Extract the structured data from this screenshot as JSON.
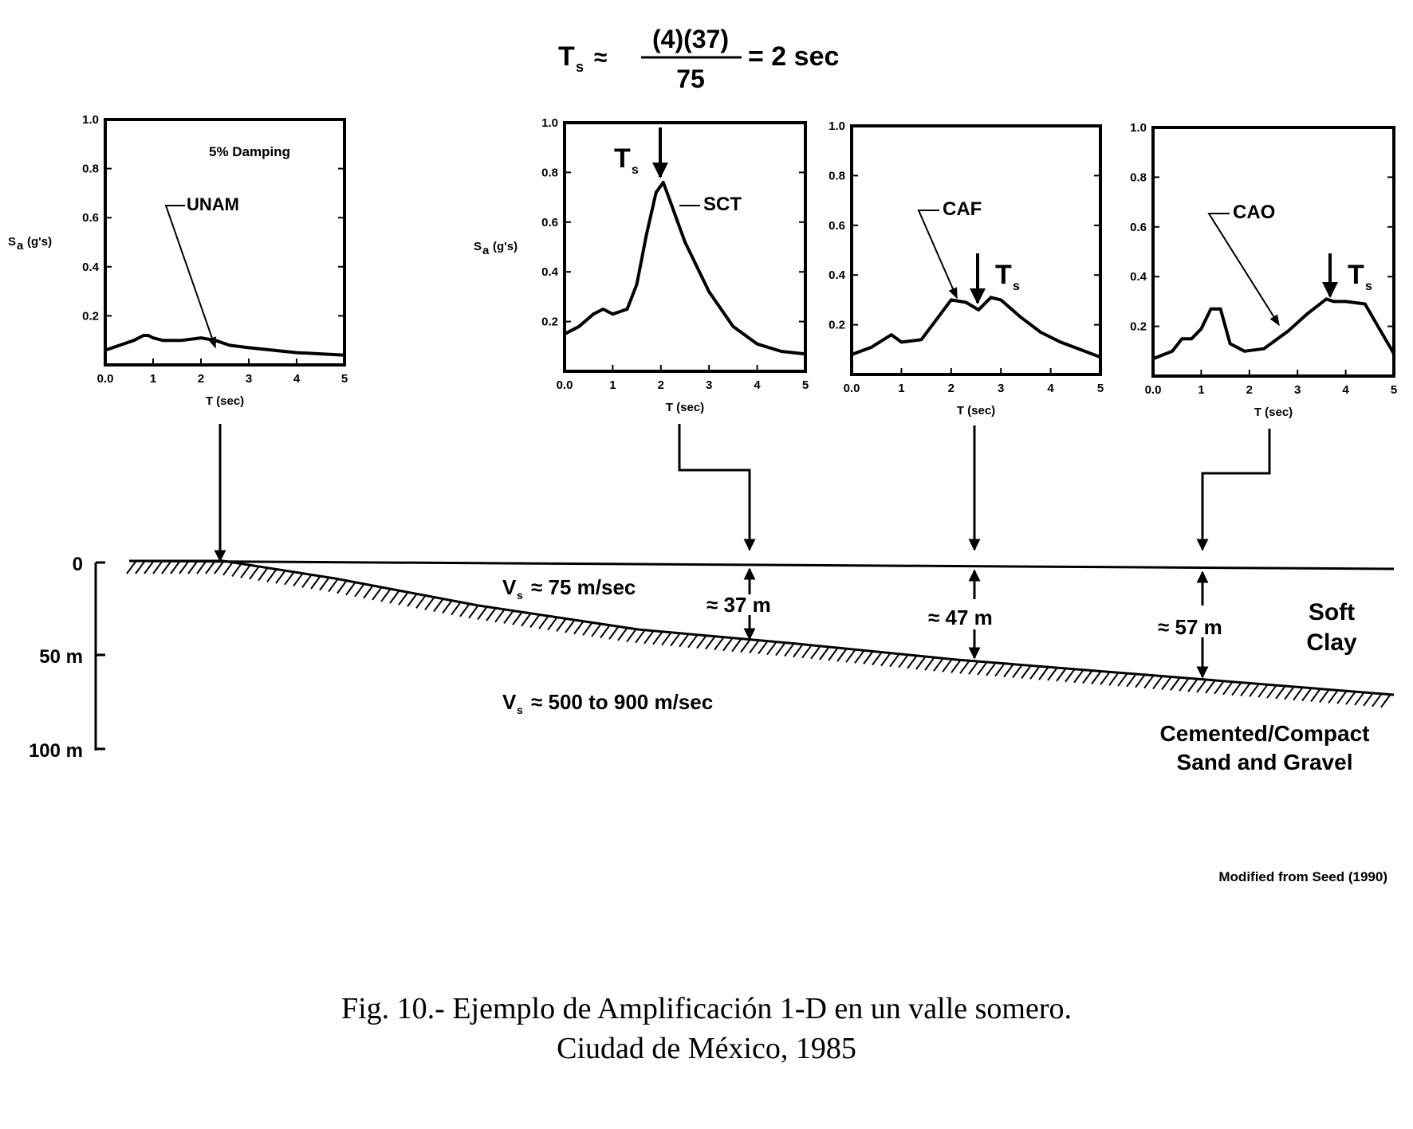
{
  "formula": {
    "lhs_main": "T",
    "lhs_sub": "s",
    "approx": "≈",
    "numerator": "(4)(37)",
    "denominator": "75",
    "result": "= 2 sec"
  },
  "axes_common": {
    "x_label": "T (sec)",
    "x_ticks": [
      "0.0",
      "1",
      "2",
      "3",
      "4",
      "5"
    ],
    "y_ticks": [
      "1.0",
      "0.8",
      "0.6",
      "0.4",
      "0.2"
    ],
    "sa_main": "S",
    "sa_sub": "a",
    "sa_unit": "(g's)"
  },
  "damping_note": "5% Damping",
  "ts_main": "T",
  "ts_sub": "s",
  "chart_data": [
    {
      "type": "line",
      "name": "UNAM",
      "xlim": [
        0,
        5
      ],
      "ylim": [
        0,
        1.0
      ],
      "x": [
        0,
        0.3,
        0.6,
        0.8,
        0.9,
        1.0,
        1.2,
        1.6,
        2.0,
        2.3,
        2.6,
        3.0,
        3.5,
        4.0,
        4.5,
        5.0
      ],
      "y": [
        0.06,
        0.08,
        0.1,
        0.12,
        0.12,
        0.11,
        0.1,
        0.1,
        0.11,
        0.1,
        0.08,
        0.07,
        0.06,
        0.05,
        0.045,
        0.04
      ]
    },
    {
      "type": "line",
      "name": "SCT",
      "xlim": [
        0,
        5
      ],
      "ylim": [
        0,
        1.0
      ],
      "x": [
        0,
        0.3,
        0.6,
        0.8,
        1.0,
        1.3,
        1.5,
        1.7,
        1.9,
        2.05,
        2.2,
        2.5,
        3.0,
        3.5,
        4.0,
        4.5,
        5.0
      ],
      "y": [
        0.15,
        0.18,
        0.23,
        0.25,
        0.23,
        0.25,
        0.35,
        0.55,
        0.72,
        0.76,
        0.68,
        0.52,
        0.32,
        0.18,
        0.11,
        0.08,
        0.07
      ]
    },
    {
      "type": "line",
      "name": "CAF",
      "xlim": [
        0,
        5
      ],
      "ylim": [
        0,
        1.0
      ],
      "x": [
        0,
        0.4,
        0.8,
        1.0,
        1.4,
        1.7,
        2.0,
        2.3,
        2.55,
        2.8,
        3.0,
        3.4,
        3.8,
        4.2,
        4.6,
        5.0
      ],
      "y": [
        0.08,
        0.11,
        0.16,
        0.13,
        0.14,
        0.22,
        0.3,
        0.29,
        0.26,
        0.31,
        0.3,
        0.23,
        0.17,
        0.13,
        0.1,
        0.07
      ]
    },
    {
      "type": "line",
      "name": "CAO",
      "xlim": [
        0,
        5
      ],
      "ylim": [
        0,
        1.0
      ],
      "x": [
        0,
        0.4,
        0.6,
        0.8,
        1.0,
        1.2,
        1.4,
        1.6,
        1.9,
        2.3,
        2.8,
        3.2,
        3.6,
        3.75,
        4.0,
        4.4,
        4.7,
        5.0
      ],
      "y": [
        0.07,
        0.1,
        0.15,
        0.15,
        0.19,
        0.27,
        0.27,
        0.13,
        0.1,
        0.11,
        0.18,
        0.25,
        0.31,
        0.3,
        0.3,
        0.29,
        0.19,
        0.09
      ]
    }
  ],
  "profile": {
    "depth_ticks": [
      "0",
      "50 m",
      "100 m"
    ],
    "vs_soft_main": "V",
    "vs_soft_sub": "s",
    "vs_soft_value": "≈ 75 m/sec",
    "vs_rock_main": "V",
    "vs_rock_sub": "s",
    "vs_rock_value": "≈ 500 to 900 m/sec",
    "thickness_labels": [
      "≈ 37 m",
      "≈ 47 m",
      "≈ 57 m"
    ],
    "soft_clay_line1": "Soft",
    "soft_clay_line2": "Clay",
    "base_line1": "Cemented/Compact",
    "base_line2": "Sand and Gravel"
  },
  "credit": "Modified from Seed (1990)",
  "caption_line1": "Fig. 10.- Ejemplo de Amplificación 1-D en un valle somero.",
  "caption_line2": "Ciudad de México, 1985"
}
